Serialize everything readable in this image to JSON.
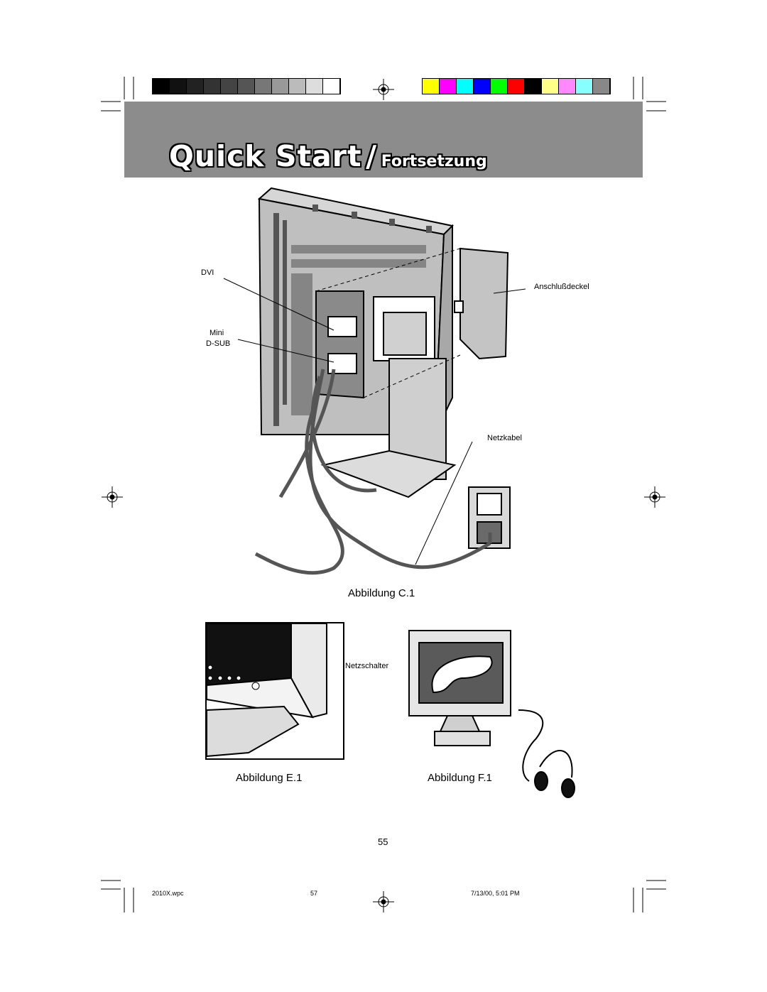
{
  "header": {
    "title_main": "Quick Start",
    "title_separator": "/",
    "title_sub": "Fortsetzung"
  },
  "color_bars": {
    "grayscale": [
      "#000000",
      "#111111",
      "#222222",
      "#333333",
      "#444444",
      "#555555",
      "#777777",
      "#999999",
      "#bbbbbb",
      "#dddddd",
      "#ffffff"
    ],
    "colors": [
      "#ffff00",
      "#ff00ff",
      "#00ffff",
      "#0000ff",
      "#00ff00",
      "#ff0000",
      "#000000",
      "#ffff88",
      "#ff88ff",
      "#88ffff",
      "#888888"
    ]
  },
  "figure_c1": {
    "label_dvi": "DVI",
    "label_mini": "Mini",
    "label_dsub": "D-SUB",
    "label_cover": "Anschlußdeckel",
    "label_power_cable": "Netzkabel",
    "caption": "Abbildung C.1"
  },
  "figure_e1": {
    "label_power_switch": "Netzschalter",
    "caption": "Abbildung E.1"
  },
  "figure_f1": {
    "caption": "Abbildung F.1"
  },
  "page_number": "55",
  "footer": {
    "file": "2010X.wpc",
    "sheet": "57",
    "timestamp": "7/13/00, 5:01 PM"
  }
}
